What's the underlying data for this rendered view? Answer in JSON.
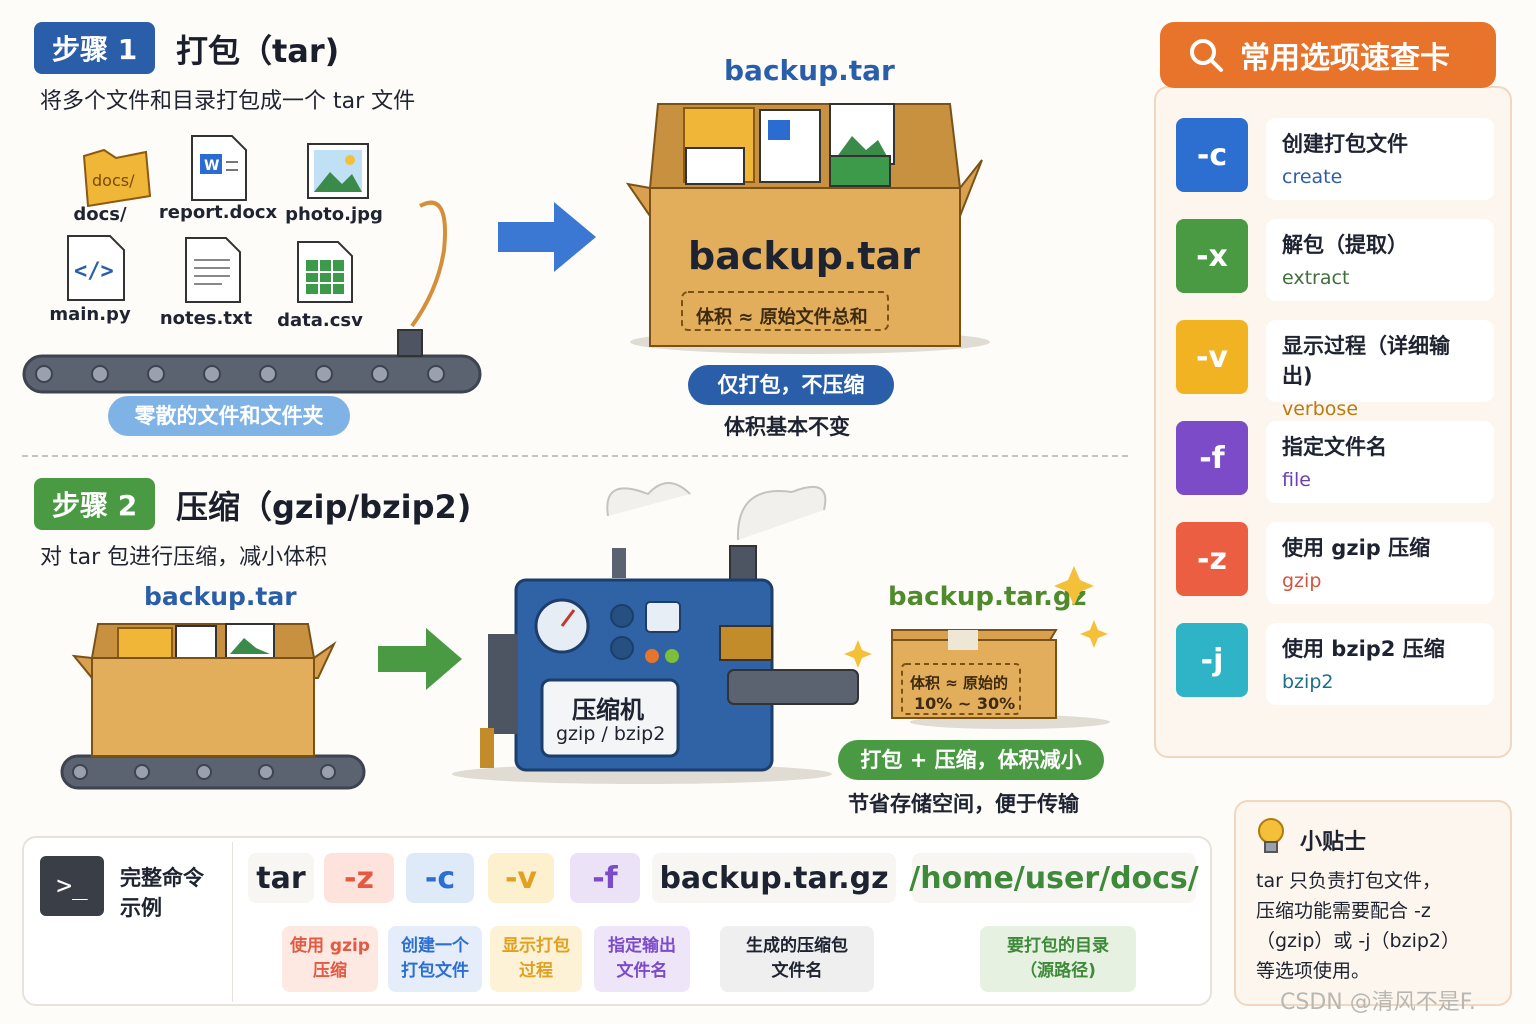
{
  "step1": {
    "badge": "步骤 1",
    "title": "打包（tar)",
    "desc": "将多个文件和目录打包成一个 tar 文件",
    "files": [
      "docs/",
      "report.docx",
      "photo.jpg",
      "main.py",
      "notes.txt",
      "data.csv"
    ],
    "folder_mark": "docs/",
    "scattered_label": "零散的文件和文件夹",
    "archive_name": "backup.tar",
    "box_label": "backup.tar",
    "box_note": "体积 ≈ 原始文件总和",
    "pill": "仅打包，不压缩",
    "pill_sub": "体积基本不变"
  },
  "step2": {
    "badge": "步骤 2",
    "title": "压缩（gzip/bzip2)",
    "desc": "对 tar 包进行压缩，减小体积",
    "input_name": "backup.tar",
    "machine_name": "压缩机",
    "machine_sub": "gzip / bzip2",
    "output_name": "backup.tar.gz",
    "output_note_1": "体积 ≈ 原始的",
    "output_note_2": "10% ~ 30%",
    "pill": "打包 + 压缩，体积减小",
    "pill_sub": "节省存储空间，便于传输"
  },
  "cheatsheet": {
    "title": "常用选项速查卡",
    "options": [
      {
        "key": "-c",
        "name": "创建打包文件",
        "en": "create",
        "color": "#2d6fd0",
        "en_color": "#2d5fa8"
      },
      {
        "key": "-x",
        "name": "解包（提取）",
        "en": "extract",
        "color": "#4a9a43",
        "en_color": "#3f6f3a"
      },
      {
        "key": "-v",
        "name": "显示过程（详细输出)",
        "en": "verbose",
        "color": "#f2b322",
        "en_color": "#b97a12"
      },
      {
        "key": "-f",
        "name": "指定文件名",
        "en": "file",
        "color": "#7c4bc7",
        "en_color": "#6a3fb0"
      },
      {
        "key": "-z",
        "name": "使用 gzip 压缩",
        "en": "gzip",
        "color": "#ec5e42",
        "en_color": "#d2553f"
      },
      {
        "key": "-j",
        "name": "使用 bzip2 压缩",
        "en": "bzip2",
        "color": "#2fb3c6",
        "en_color": "#1d6f88"
      }
    ]
  },
  "command": {
    "label_1": "完整命令",
    "label_2": "示例",
    "prompt_icon": ">_",
    "tokens": [
      {
        "text": "tar",
        "color": "#1d2330",
        "bg": "#f7f6f3"
      },
      {
        "text": "-z",
        "color": "#e25a43",
        "bg": "#fde3dc"
      },
      {
        "text": "-c",
        "color": "#2d6fd0",
        "bg": "#dfeaf9"
      },
      {
        "text": "-v",
        "color": "#e0a020",
        "bg": "#fdf0cf"
      },
      {
        "text": "-f",
        "color": "#7c4bc7",
        "bg": "#ebe2f7"
      },
      {
        "text": "backup.tar.gz",
        "color": "#1d2330",
        "bg": "#f7f6f3"
      },
      {
        "text": "/home/user/docs/",
        "color": "#3f8a3a",
        "bg": "#f7f6f3"
      }
    ],
    "notes": [
      {
        "line1": "使用 gzip",
        "line2": "压缩",
        "color": "#e25a43",
        "bg": "#fde8e2"
      },
      {
        "line1": "创建一个",
        "line2": "打包文件",
        "color": "#2d6fd0",
        "bg": "#e4edf9"
      },
      {
        "line1": "显示打包",
        "line2": "过程",
        "color": "#e0a020",
        "bg": "#fdf2d6"
      },
      {
        "line1": "指定输出",
        "line2": "文件名",
        "color": "#7c4bc7",
        "bg": "#eee5f8"
      },
      {
        "line1": "生成的压缩包",
        "line2": "文件名",
        "color": "#1d2330",
        "bg": "#efefef"
      },
      {
        "line1": "要打包的目录",
        "line2": "（源路径)",
        "color": "#3f8a3a",
        "bg": "#e6f1e1"
      }
    ]
  },
  "tip": {
    "title": "小贴士",
    "lines": [
      "tar 只负责打包文件，",
      "压缩功能需要配合 -z",
      "（gzip）或 -j（bzip2）",
      "等选项使用。"
    ]
  },
  "watermark": "CSDN @清风不是F."
}
